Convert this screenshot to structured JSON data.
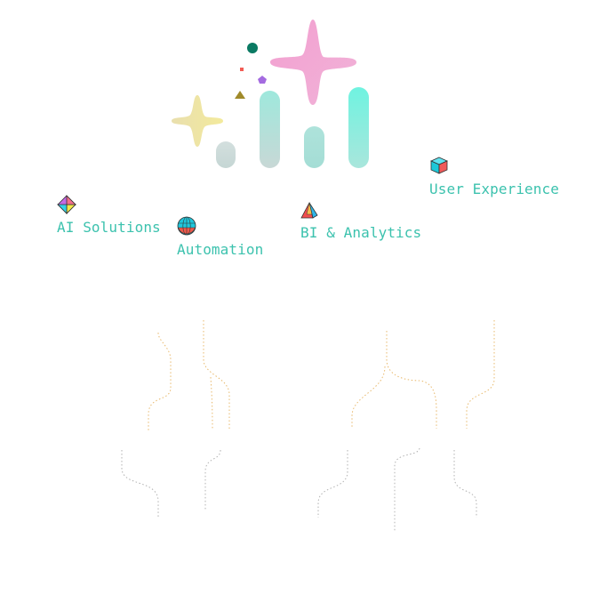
{
  "colors": {
    "label_text": "#3cc2ae",
    "sparkle_large": "#f4a3d3",
    "sparkle_small": "#efe4a4",
    "bar_gray": "#ccdad9",
    "bar_teal": "#a9e3db",
    "bar_bright": "#6ff1df",
    "dot_teal": "#0b7a63",
    "dot_red": "#f25c54",
    "dot_purple": "#a46be0",
    "triangle_olive": "#a08a2a",
    "connector_gold": "#e6b15c",
    "connector_gray": "#a8a8a8"
  },
  "services": [
    {
      "label": "AI Solutions",
      "icon": "diamond-icon"
    },
    {
      "label": "Automation",
      "icon": "globe-icon"
    },
    {
      "label": "BI & Analytics",
      "icon": "pyramid-icon"
    },
    {
      "label": "User Experience",
      "icon": "cube-icon"
    }
  ]
}
